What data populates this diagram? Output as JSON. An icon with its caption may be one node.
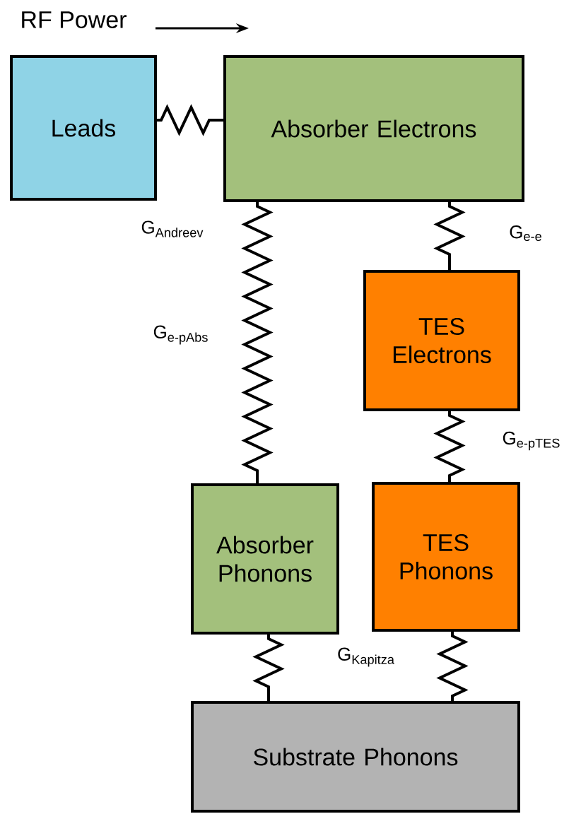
{
  "diagram": {
    "nodes": [
      {
        "text": [
          "Leads"
        ]
      },
      {
        "text": [
          "Absorber Electrons"
        ]
      },
      {
        "text": [
          "TES Electrons"
        ]
      },
      {
        "text": [
          "Absorber Phonons"
        ]
      },
      {
        "text": [
          "TES Phonons"
        ]
      },
      {
        "text": [
          "Substrate Phonons"
        ]
      }
    ],
    "edges": [
      {
        "from": 0,
        "to": 1,
        "arrow": "none"
      },
      {
        "from": 1,
        "to": 3,
        "arrow": "none",
        "label": "G$_{e-pAbs}$"
      },
      {
        "from": 1,
        "to": 2,
        "arrow": "none",
        "label": "G$_{e-e}$"
      },
      {
        "from": 2,
        "to": 4,
        "arrow": "none",
        "label": "G$_{e-pTES}$"
      },
      {
        "from": 3,
        "to": 5,
        "arrow": "none"
      },
      {
        "from": 4,
        "to": 5,
        "arrow": "none"
      }
    ],
    "labels": [
      "RF Power",
      "G$_{Andreev}$",
      "G$_{Kapitza}$"
    ]
  }
}
